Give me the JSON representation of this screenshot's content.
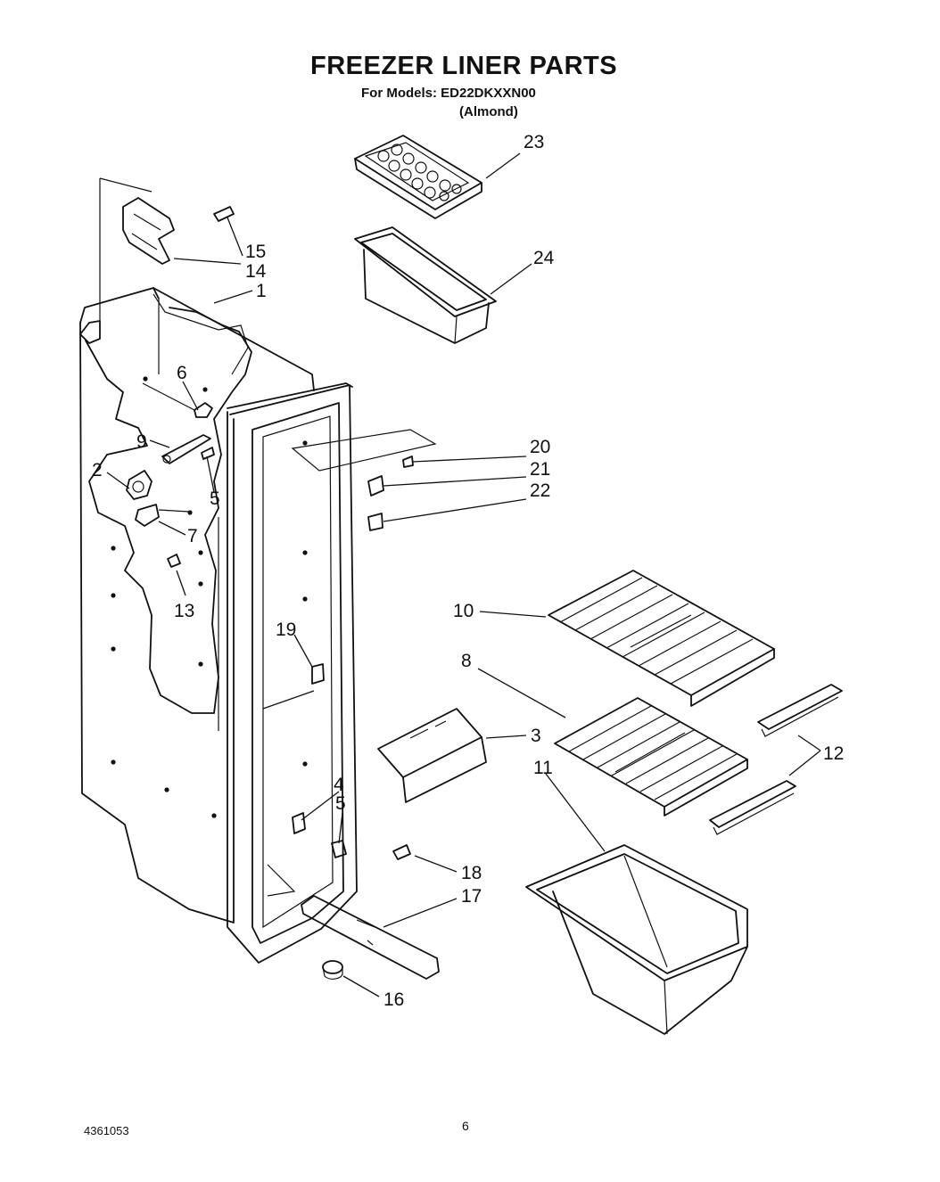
{
  "title": "FREEZER LINER PARTS",
  "models_line": "For Models: ED22DKXXN00",
  "variant": "(Almond)",
  "doc_number": "4361053",
  "page_number": "6",
  "callouts": {
    "c1": "1",
    "c2": "2",
    "c3": "3",
    "c4": "4",
    "c5a": "5",
    "c5b": "5",
    "c6": "6",
    "c7": "7",
    "c8": "8",
    "c9": "9",
    "c10": "10",
    "c11": "11",
    "c12": "12",
    "c13": "13",
    "c14": "14",
    "c15": "15",
    "c16": "16",
    "c17": "17",
    "c18": "18",
    "c19": "19",
    "c20": "20",
    "c21": "21",
    "c22": "22",
    "c23": "23",
    "c24": "24"
  }
}
